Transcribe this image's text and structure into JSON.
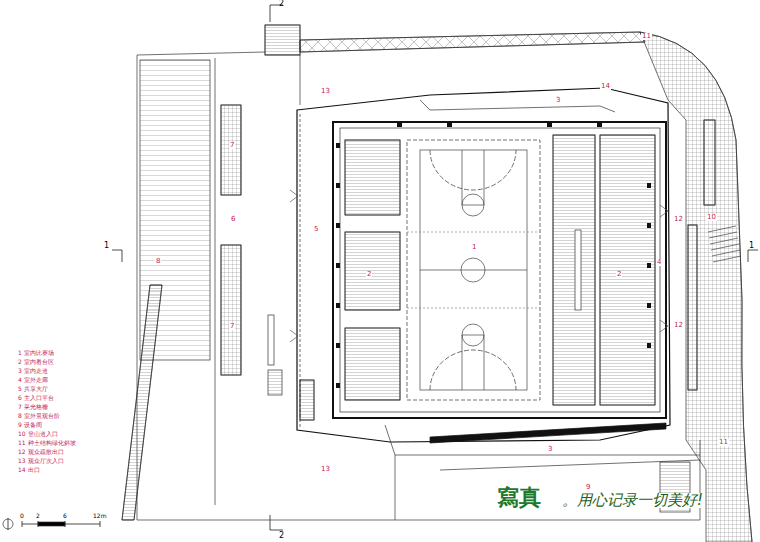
{
  "diagram": {
    "labels": [
      "2",
      "11",
      "13",
      "14",
      "3",
      "7",
      "6",
      "5",
      "1",
      "2",
      "2",
      "4",
      "12",
      "10",
      "1",
      "1",
      "8",
      "7",
      "12",
      "11",
      "3",
      "13",
      "9",
      "1 室内比赛场",
      "2 室内看台区",
      "3 室内走道",
      "4 室外走廊",
      "5 共享大厅",
      "6 主入口平台",
      "7 采光格栅",
      "8 室外景观台阶",
      "9 设备间",
      "10 登山道入口",
      "11 种土结构绿化斜坡",
      "12 观众疏散出口",
      "13 观众厅次入口",
      "14 出口",
      "0",
      "2",
      "6",
      "12m",
      "2",
      "寫真",
      "。用心记录一切美好!"
    ]
  }
}
